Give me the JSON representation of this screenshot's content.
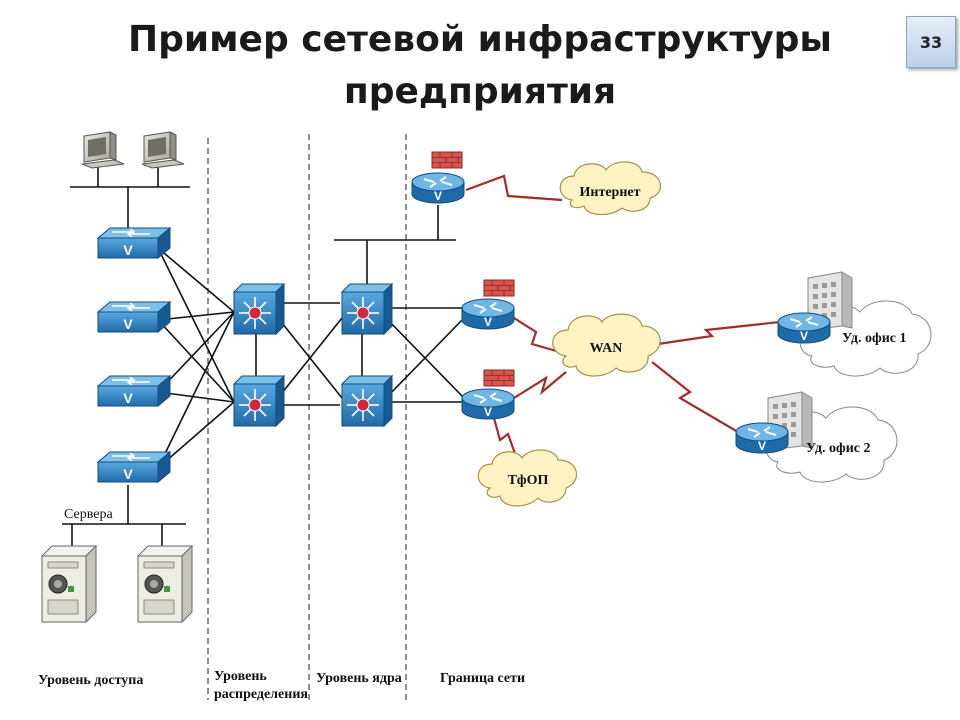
{
  "slide": {
    "title_line1": "Пример сетевой инфраструктуры",
    "title_line2": "предприятия",
    "page_number": "33"
  },
  "clouds": {
    "internet": "Интернет",
    "wan": "WAN",
    "pstn": "ТфОП"
  },
  "labels": {
    "servers": "Сервера",
    "branch1": "Уд. офис 1",
    "branch2": "Уд. офис 2"
  },
  "layers": {
    "access": "Уровень доступа",
    "distribution_line1": "Уровень",
    "distribution_line2": "распределения",
    "core": "Уровень ядра",
    "edge": "Граница сети"
  },
  "colors": {
    "device_blue": "#2a7fc0",
    "wan_link": "#a52a2a",
    "firewall": "#d9534f",
    "cloud": "#fff3c4"
  }
}
